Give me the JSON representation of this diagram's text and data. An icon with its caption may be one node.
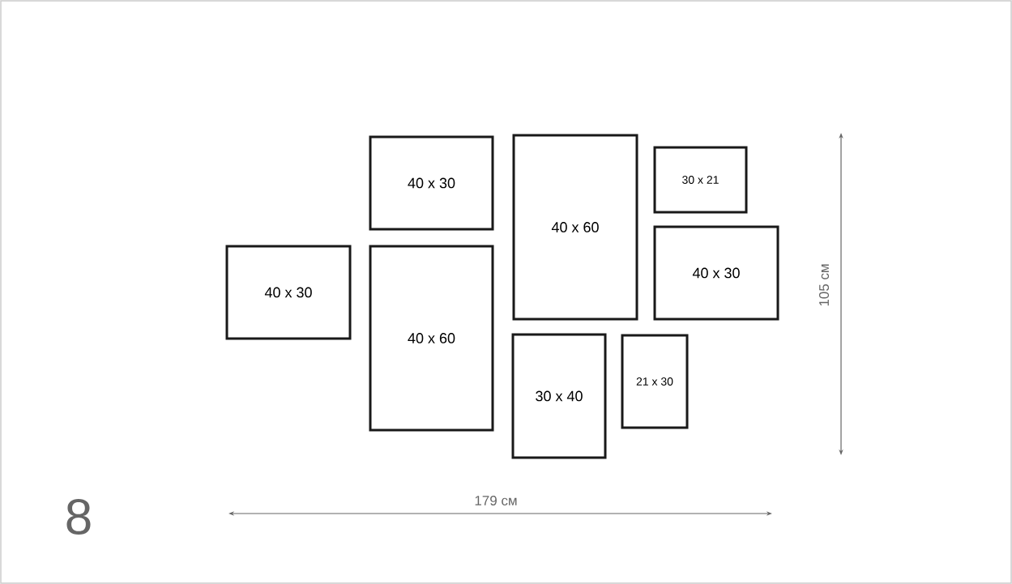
{
  "diagram": {
    "nodes": [
      {
        "text": [
          "40 x 30"
        ]
      },
      {
        "text": [
          "40 x 60"
        ]
      },
      {
        "text": [
          "30 x 21"
        ]
      },
      {
        "text": [
          "40 x 30"
        ]
      },
      {
        "text": [
          "40 x 60"
        ]
      },
      {
        "text": [
          "40 x 30"
        ]
      },
      {
        "text": [
          "30 x 40"
        ]
      },
      {
        "text": [
          "21 x 30"
        ]
      }
    ],
    "labels": [
      "105 см",
      "179 см",
      "8"
    ]
  }
}
